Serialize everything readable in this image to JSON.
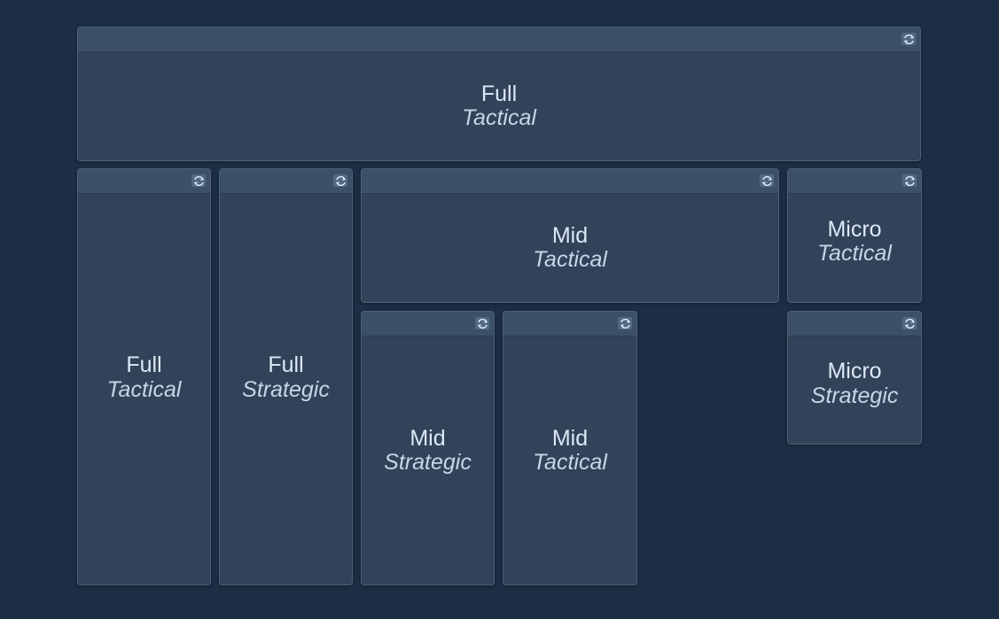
{
  "panels": [
    {
      "id": "p1",
      "size": "Full",
      "mode": "Tactical"
    },
    {
      "id": "p2",
      "size": "Full",
      "mode": "Tactical"
    },
    {
      "id": "p3",
      "size": "Full",
      "mode": "Strategic"
    },
    {
      "id": "p4",
      "size": "Mid",
      "mode": "Tactical"
    },
    {
      "id": "p5",
      "size": "Micro",
      "mode": "Tactical"
    },
    {
      "id": "p6",
      "size": "Mid",
      "mode": "Strategic"
    },
    {
      "id": "p7",
      "size": "Mid",
      "mode": "Tactical"
    },
    {
      "id": "p8",
      "size": "Micro",
      "mode": "Strategic"
    }
  ],
  "icons": {
    "swap": "swap-arrows-icon"
  },
  "colors": {
    "background": "#1c2e44",
    "panel": "#324258",
    "header": "#3c5168",
    "text": "#dce8f5"
  }
}
